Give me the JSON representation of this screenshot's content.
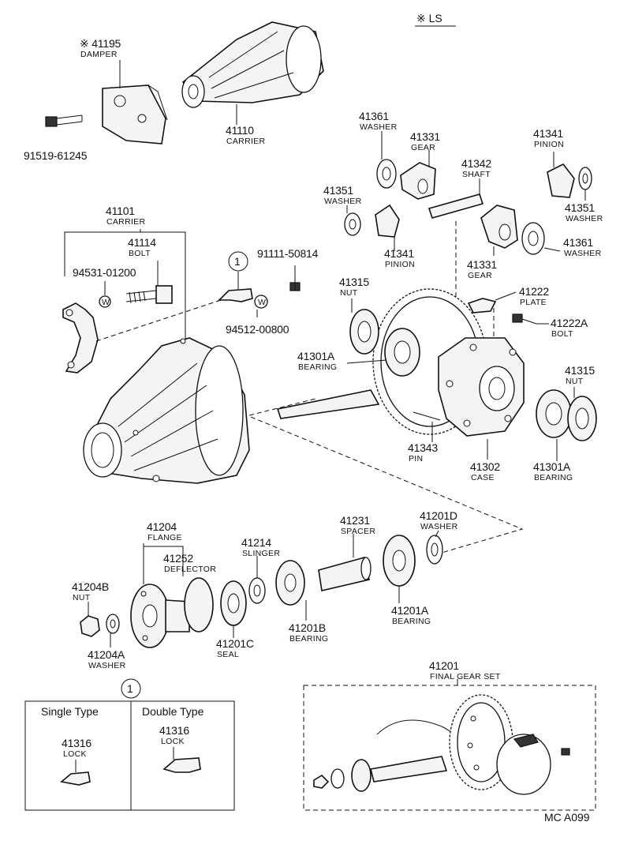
{
  "header_note": "※ LS",
  "footer_code": "MC  A099",
  "callouts": {
    "c41195": {
      "part": "※ 41195",
      "name": "DAMPER"
    },
    "c91519": {
      "part": "91519-61245",
      "name": ""
    },
    "c41110": {
      "part": "41110",
      "name": "CARRIER"
    },
    "c41101": {
      "part": "41101",
      "name": "CARRIER"
    },
    "c41114": {
      "part": "41114",
      "name": "BOLT"
    },
    "c94531": {
      "part": "94531-01200",
      "name": ""
    },
    "c91111": {
      "part": "91111-50814",
      "name": ""
    },
    "c94512": {
      "part": "94512-00800",
      "name": ""
    },
    "c41361a": {
      "part": "41361",
      "name": "WASHER"
    },
    "c41331a": {
      "part": "41331",
      "name": "GEAR"
    },
    "c41342": {
      "part": "41342",
      "name": "SHAFT"
    },
    "c41341a": {
      "part": "41341",
      "name": "PINION"
    },
    "c41351a": {
      "part": "41351",
      "name": "WASHER"
    },
    "c41341b": {
      "part": "41341",
      "name": "PINION"
    },
    "c41351b": {
      "part": "41351",
      "name": "WASHER"
    },
    "c41361b": {
      "part": "41361",
      "name": "WASHER"
    },
    "c41331b": {
      "part": "41331",
      "name": "GEAR"
    },
    "c41315a": {
      "part": "41315",
      "name": "NUT"
    },
    "c41222": {
      "part": "41222",
      "name": "PLATE"
    },
    "c41222a": {
      "part": "41222A",
      "name": "BOLT"
    },
    "c41301a_l": {
      "part": "41301A",
      "name": "BEARING"
    },
    "c41315b": {
      "part": "41315",
      "name": "NUT"
    },
    "c41343": {
      "part": "41343",
      "name": "PIN"
    },
    "c41302": {
      "part": "41302",
      "name": "CASE"
    },
    "c41301a_r": {
      "part": "41301A",
      "name": "BEARING"
    },
    "c41204": {
      "part": "41204",
      "name": "FLANGE"
    },
    "c41252": {
      "part": "41252",
      "name": "DEFLECTOR"
    },
    "c41214": {
      "part": "41214",
      "name": "SLINGER"
    },
    "c41231": {
      "part": "41231",
      "name": "SPACER"
    },
    "c41201d": {
      "part": "41201D",
      "name": "WASHER"
    },
    "c41204b": {
      "part": "41204B",
      "name": "NUT"
    },
    "c41201a": {
      "part": "41201A",
      "name": "BEARING"
    },
    "c41204a": {
      "part": "41204A",
      "name": "WASHER"
    },
    "c41201c": {
      "part": "41201C",
      "name": "SEAL"
    },
    "c41201b": {
      "part": "41201B",
      "name": "BEARING"
    },
    "c41201": {
      "part": "41201",
      "name": "FINAL GEAR SET"
    }
  },
  "circle_ref": "1",
  "lock_table": {
    "ref": "1",
    "single_header": "Single Type",
    "double_header": "Double Type",
    "single_part": "41316",
    "single_name": "LOCK",
    "double_part": "41316",
    "double_name": "LOCK"
  },
  "washer_marks": [
    "W",
    "W"
  ]
}
